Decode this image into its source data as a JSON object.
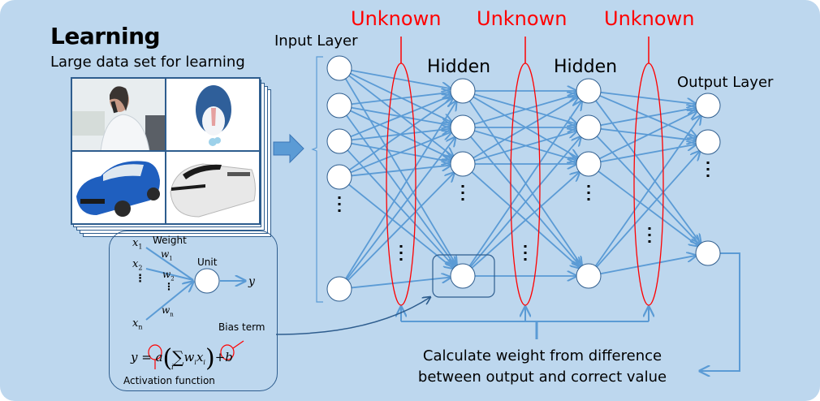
{
  "header": {
    "title": "Learning",
    "subtitle": "Large data set for learning"
  },
  "dataset_images": [
    {
      "name": "person-on-phone"
    },
    {
      "name": "cartoon-mascot"
    },
    {
      "name": "blue-car"
    },
    {
      "name": "bullet-train"
    }
  ],
  "network": {
    "input_label": "Input Layer",
    "hidden_labels": [
      "Hidden",
      "Hidden"
    ],
    "output_label": "Output Layer",
    "unknown_labels": [
      "Unknown",
      "Unknown",
      "Unknown"
    ],
    "ellipsis": "⋮"
  },
  "unit_model": {
    "inputs": [
      "x1",
      "x2",
      "⋮",
      "xn"
    ],
    "weights": [
      "w1",
      "w2",
      "⋮",
      "wn"
    ],
    "weight_label": "Weight",
    "unit_label": "Unit",
    "output_symbol": "y",
    "bias_label": "Bias term",
    "activation_label": "Activation function",
    "formula": "y = a( Σ_i w_i x_i ) + b"
  },
  "caption": {
    "line1": "Calculate weight from difference",
    "line2": "between output and correct value"
  },
  "colors": {
    "background": "#bdd7ee",
    "edge": "#5b9bd5",
    "border": "#2e5d8e",
    "unknown": "#ff0000",
    "node_fill": "#ffffff"
  }
}
